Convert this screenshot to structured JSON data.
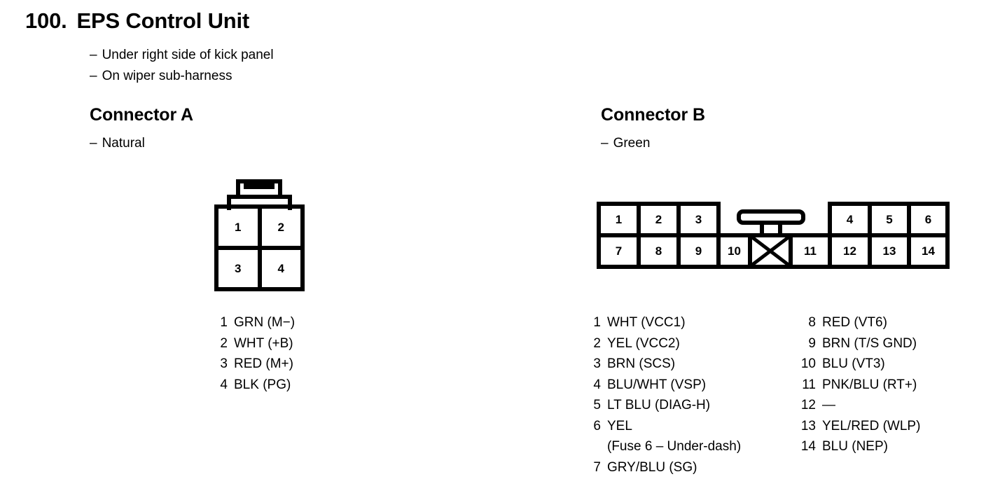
{
  "header": {
    "number": "100.",
    "title": "EPS Control Unit",
    "notes": [
      {
        "dash": "–",
        "text": "Under right side of kick panel"
      },
      {
        "dash": "–",
        "text": "On wiper sub-harness"
      }
    ]
  },
  "connector_a": {
    "heading": "Connector A",
    "dash": "–",
    "color": "Natural",
    "housing": {
      "type": "4-pin-rectangular",
      "rows": [
        [
          "1",
          "2"
        ],
        [
          "3",
          "4"
        ]
      ]
    },
    "pins": [
      {
        "num": "1",
        "label": "GRN (M−)"
      },
      {
        "num": "2",
        "label": "WHT (+B)"
      },
      {
        "num": "3",
        "label": "RED (M+)"
      },
      {
        "num": "4",
        "label": "BLK (PG)"
      }
    ]
  },
  "connector_b": {
    "heading": "Connector B",
    "dash": "–",
    "color": "Green",
    "housing": {
      "type": "14-pin-rectangular",
      "top_row_left": [
        "1",
        "2",
        "3"
      ],
      "top_row_right": [
        "4",
        "5",
        "6"
      ],
      "bottom_row_left": [
        "7",
        "8",
        "9",
        "10"
      ],
      "bottom_row_right": [
        "11",
        "12",
        "13",
        "14"
      ],
      "blank_cell": "X"
    },
    "pins_left": [
      {
        "num": "1",
        "label": "WHT (VCC1)"
      },
      {
        "num": "2",
        "label": "YEL (VCC2)"
      },
      {
        "num": "3",
        "label": "BRN (SCS)"
      },
      {
        "num": "4",
        "label": "BLU/WHT (VSP)"
      },
      {
        "num": "5",
        "label": "LT BLU (DIAG-H)"
      },
      {
        "num": "6",
        "label": "YEL",
        "continuation": "(Fuse 6 – Under-dash)"
      },
      {
        "num": "7",
        "label": "GRY/BLU (SG)"
      }
    ],
    "pins_right": [
      {
        "num": "8",
        "label": "RED (VT6)"
      },
      {
        "num": "9",
        "label": "BRN (T/S GND)"
      },
      {
        "num": "10",
        "label": "BLU (VT3)"
      },
      {
        "num": "11",
        "label": "PNK/BLU (RT+)"
      },
      {
        "num": "12",
        "label": "—"
      },
      {
        "num": "13",
        "label": "YEL/RED (WLP)"
      },
      {
        "num": "14",
        "label": "BLU (NEP)"
      }
    ]
  }
}
